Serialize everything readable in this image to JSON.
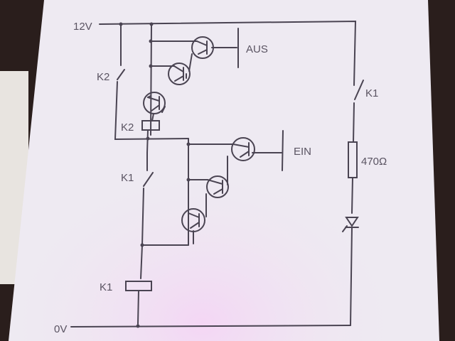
{
  "labels": {
    "supply": "12V",
    "ground": "0V",
    "switch_k2": "K2",
    "coil_k2": "K2",
    "switch_k1_left": "K1",
    "switch_k1_right": "K1",
    "coil_k1": "K1",
    "button_off": "AUS",
    "button_on": "EIN",
    "resistor": "470Ω"
  },
  "colors": {
    "paper": "#eeeaf2",
    "ink": "#4a4452",
    "background": "#2a1e1c"
  }
}
